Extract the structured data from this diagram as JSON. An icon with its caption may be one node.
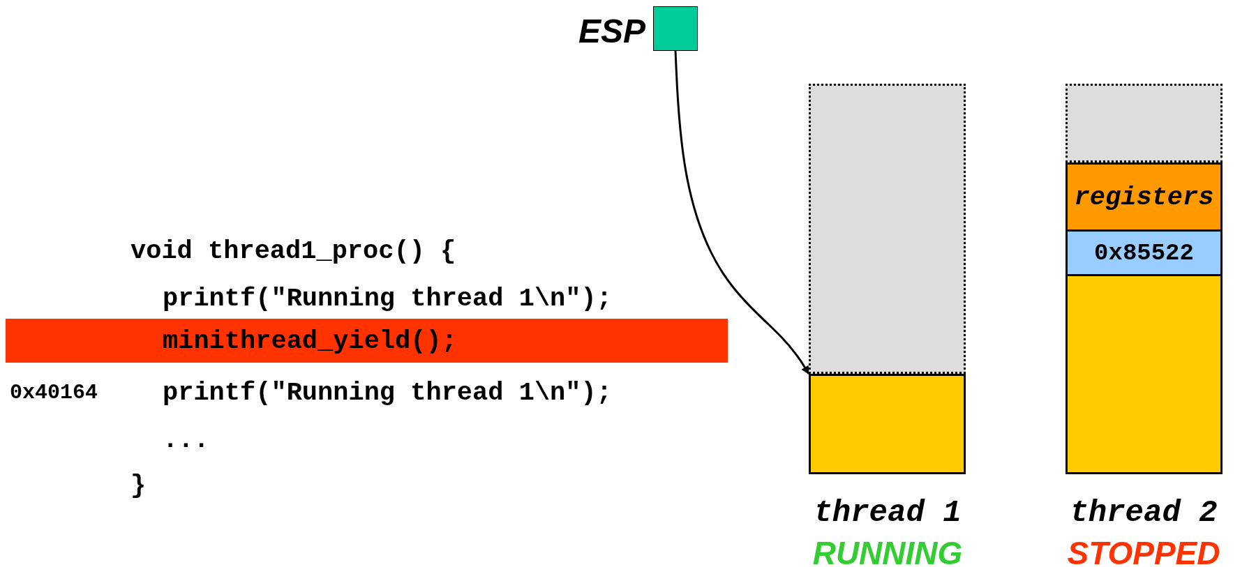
{
  "diagram": {
    "nodes": [
      {
        "text": [],
        "shape": "box",
        "beside": [
          "ESP"
        ]
      },
      {
        "text": [],
        "shape": "box",
        "beside": [
          "thread 1",
          "RUNNING"
        ]
      },
      {
        "text": [],
        "shape": "box"
      },
      {
        "text": [],
        "shape": "box",
        "beside": [
          "thread 2",
          "STOPPED"
        ]
      },
      {
        "text": [
          "registers"
        ]
      },
      {
        "text": [
          "0x85522"
        ]
      },
      {
        "text": [],
        "shape": "box"
      },
      {
        "text": [
          "minithread_yield();"
        ]
      }
    ],
    "edges": [
      {
        "from": 0,
        "to": 2,
        "arrow": "to"
      }
    ],
    "labels": [
      "void thread1_proc() {",
      "printf(\"Running thread 1\\n\");",
      "0x40164",
      "printf(\"Running thread 1\\n\");",
      "...",
      "}"
    ]
  }
}
